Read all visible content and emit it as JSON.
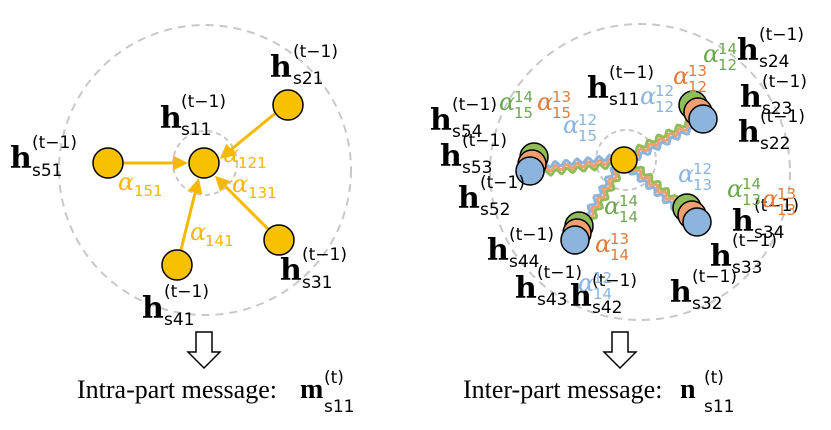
{
  "colors": {
    "node": "#f7c100",
    "node_stroke": "#000000",
    "arrow": "#f5b800",
    "green": "#8fbd5a",
    "orange": "#f0a070",
    "blue": "#8cb4dc",
    "green_text": "#6aa84f",
    "orange_text": "#e07b39",
    "blue_text": "#8ab4df",
    "dashed": "#c8c8c8"
  },
  "hidden_symbol": "h",
  "superscript": "(t−1)",
  "alpha_symbol": "α",
  "left": {
    "center_sub": "s11",
    "neighbors": [
      {
        "sub": "s21",
        "alpha_sub": "121"
      },
      {
        "sub": "s31",
        "alpha_sub": "131"
      },
      {
        "sub": "s41",
        "alpha_sub": "141"
      },
      {
        "sub": "s51",
        "alpha_sub": "151"
      }
    ],
    "caption_text": "Intra-part message:",
    "message_symbol": "m",
    "message_sup": "(t)",
    "message_sub": "s11"
  },
  "right": {
    "center_sub": "s11",
    "groups": [
      {
        "subs": [
          "s24",
          "s23",
          "s22"
        ],
        "alpha_subs": [
          "12",
          "12",
          "12"
        ],
        "alpha_sups": [
          "14",
          "13",
          "12"
        ]
      },
      {
        "subs": [
          "s34",
          "s33",
          "s32"
        ],
        "alpha_subs": [
          "13",
          "13",
          "13"
        ],
        "alpha_sups": [
          "14",
          "13",
          "12"
        ]
      },
      {
        "subs": [
          "s44",
          "s43",
          "s42"
        ],
        "alpha_subs": [
          "14",
          "14",
          "14"
        ],
        "alpha_sups": [
          "14",
          "13",
          "12"
        ]
      },
      {
        "subs": [
          "s54",
          "s53",
          "s52"
        ],
        "alpha_subs": [
          "15",
          "15",
          "15"
        ],
        "alpha_sups": [
          "14",
          "13",
          "12"
        ]
      }
    ],
    "caption_text": "Inter-part message:",
    "message_symbol": "n",
    "message_sup": "(t)",
    "message_sub": "s11"
  }
}
